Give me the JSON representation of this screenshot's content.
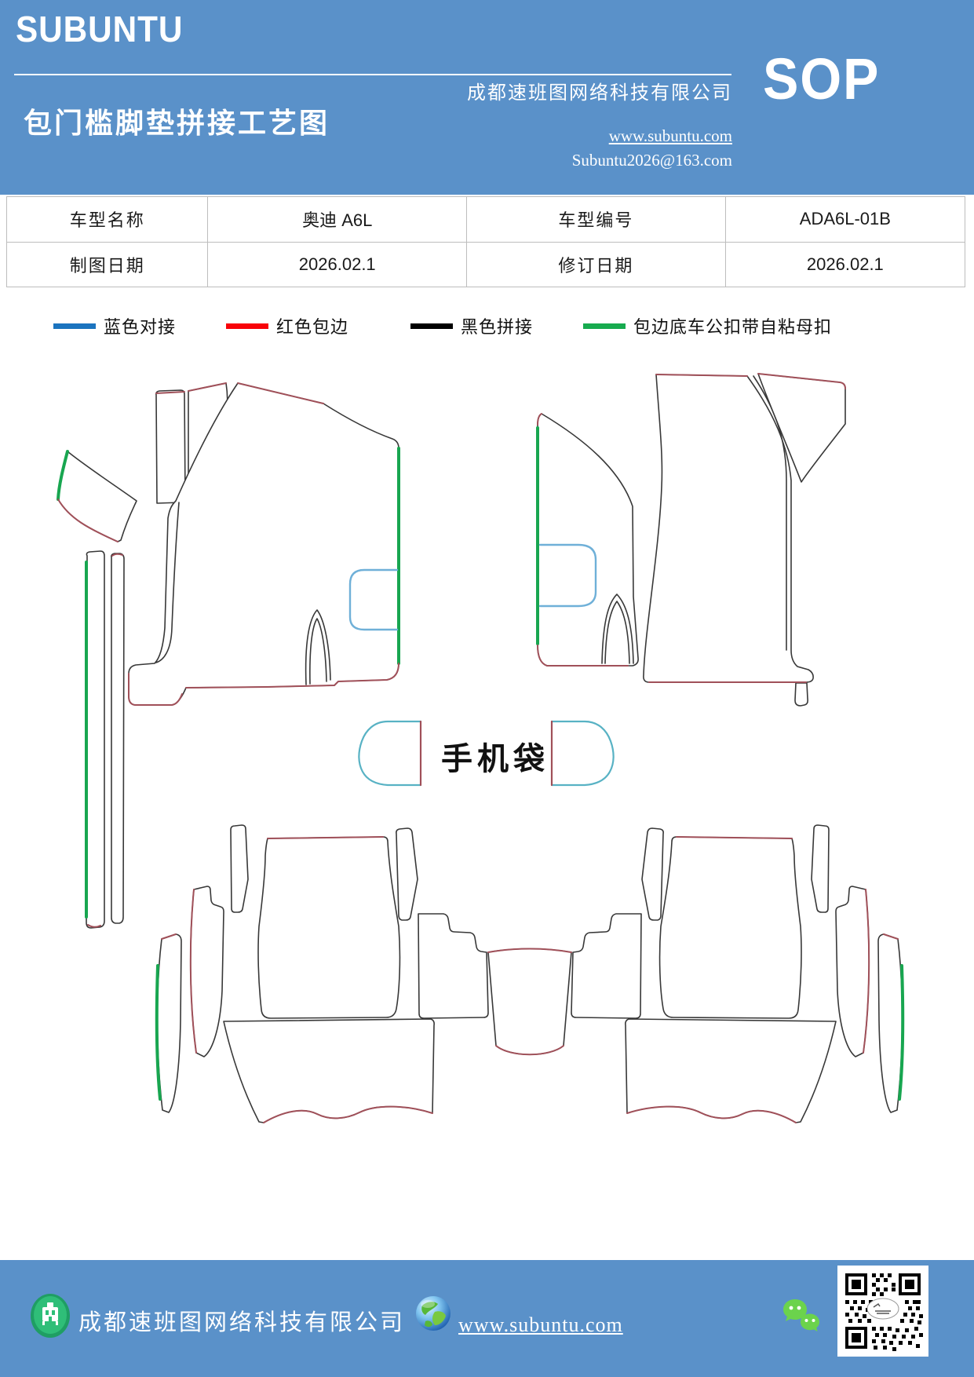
{
  "header": {
    "brand": "SUBUNTU",
    "title": "包门槛脚垫拼接工艺图",
    "company": "成都速班图网络科技有限公司",
    "website": "www.subuntu.com",
    "email": "Subuntu2026@163.com",
    "badge": "SOP",
    "background": "#5a91c9"
  },
  "info_table": {
    "rows": [
      [
        "车型名称",
        "奥迪 A6L",
        "车型编号",
        "ADA6L-01B"
      ],
      [
        "制图日期",
        "2026.02.1",
        "修订日期",
        "2026.02.1"
      ]
    ]
  },
  "legend": {
    "items": [
      {
        "label": "蓝色对接",
        "color": "#1b74bf"
      },
      {
        "label": "红色包边",
        "color": "#f80309"
      },
      {
        "label": "黑色拼接",
        "color": "#000000"
      },
      {
        "label": "包边底车公扣带自粘母扣",
        "color": "#17ab4f"
      }
    ]
  },
  "diagram": {
    "phone_bag_label": "手机袋",
    "outline_color": "#383838",
    "binding_red": "#a05059",
    "binding_green": "#18a650",
    "cutout_blue": "#6fb0d8",
    "phone_bag_blue": "#58b2c4"
  },
  "footer": {
    "company": "成都速班图网络科技有限公司",
    "website": "www.subuntu.com",
    "background": "#5a91c9",
    "icons": [
      "company-logo-icon",
      "globe-icon",
      "wechat-icon",
      "qr-code"
    ]
  }
}
